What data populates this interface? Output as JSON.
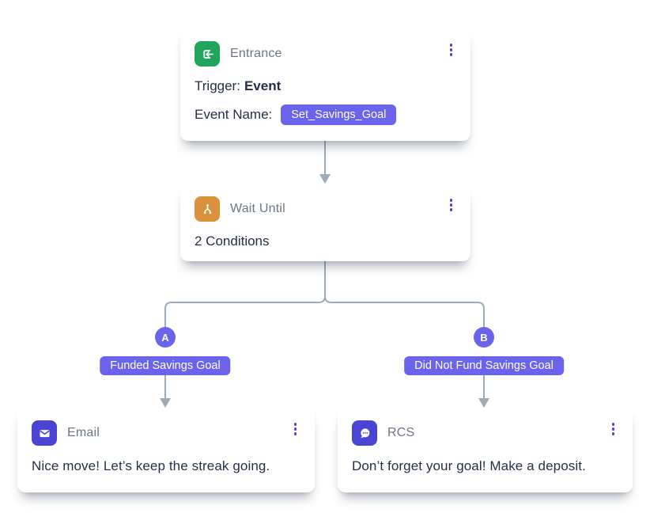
{
  "colors": {
    "purple": "#6a63ec",
    "indigo-icon": "#4a44d4",
    "green": "#21a45c",
    "orange": "#d9913c",
    "line": "#9dabb6",
    "title-grey": "#6a7686",
    "text-dark": "#22304a",
    "kebab": "#4d45d0",
    "card-bg": "#ffffff"
  },
  "icons": {
    "entrance": "login-door-arrow-icon",
    "wait_until": "branch-split-icon",
    "email": "envelope-icon",
    "rcs": "chat-bubble-dots-icon",
    "card_menu": "kebab-menu-icon"
  },
  "nodes": {
    "entrance": {
      "title": "Entrance",
      "trigger_label": "Trigger:",
      "trigger_value": "Event",
      "event_name_label": "Event Name:",
      "event_badge": "Set_Savings_Goal"
    },
    "wait_until": {
      "title": "Wait Until",
      "conditions": "2 Conditions"
    },
    "email": {
      "title": "Email",
      "message": "Nice move! Let’s keep the streak going."
    },
    "rcs": {
      "title": "RCS",
      "message": "Don’t forget your goal! Make a deposit."
    }
  },
  "branches": {
    "a": {
      "letter": "A",
      "label": "Funded Savings Goal"
    },
    "b": {
      "letter": "B",
      "label": "Did Not Fund Savings Goal"
    }
  }
}
